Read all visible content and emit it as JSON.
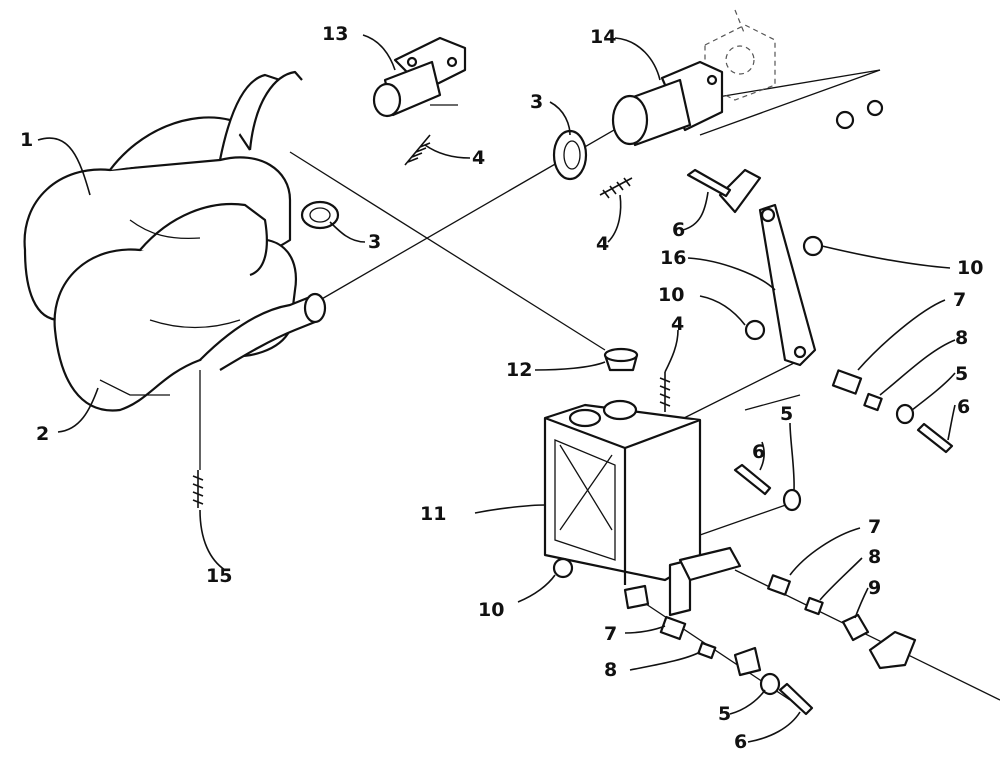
{
  "callouts": [
    {
      "id": "c1",
      "text": "1"
    },
    {
      "id": "c2",
      "text": "2"
    },
    {
      "id": "c3a",
      "text": "3"
    },
    {
      "id": "c3b",
      "text": "3"
    },
    {
      "id": "c4a",
      "text": "4"
    },
    {
      "id": "c4b",
      "text": "4"
    },
    {
      "id": "c4c",
      "text": "4"
    },
    {
      "id": "c5a",
      "text": "5"
    },
    {
      "id": "c5b",
      "text": "5"
    },
    {
      "id": "c5c",
      "text": "5"
    },
    {
      "id": "c6a",
      "text": "6"
    },
    {
      "id": "c6b",
      "text": "6"
    },
    {
      "id": "c6c",
      "text": "6"
    },
    {
      "id": "c6d",
      "text": "6"
    },
    {
      "id": "c7a",
      "text": "7"
    },
    {
      "id": "c7b",
      "text": "7"
    },
    {
      "id": "c7c",
      "text": "7"
    },
    {
      "id": "c8a",
      "text": "8"
    },
    {
      "id": "c8b",
      "text": "8"
    },
    {
      "id": "c8c",
      "text": "8"
    },
    {
      "id": "c9",
      "text": "9"
    },
    {
      "id": "c10a",
      "text": "10"
    },
    {
      "id": "c10b",
      "text": "10"
    },
    {
      "id": "c10c",
      "text": "10"
    },
    {
      "id": "c11",
      "text": "11"
    },
    {
      "id": "c12",
      "text": "12"
    },
    {
      "id": "c13",
      "text": "13"
    },
    {
      "id": "c14",
      "text": "14"
    },
    {
      "id": "c15",
      "text": "15"
    },
    {
      "id": "c16",
      "text": "16"
    }
  ]
}
